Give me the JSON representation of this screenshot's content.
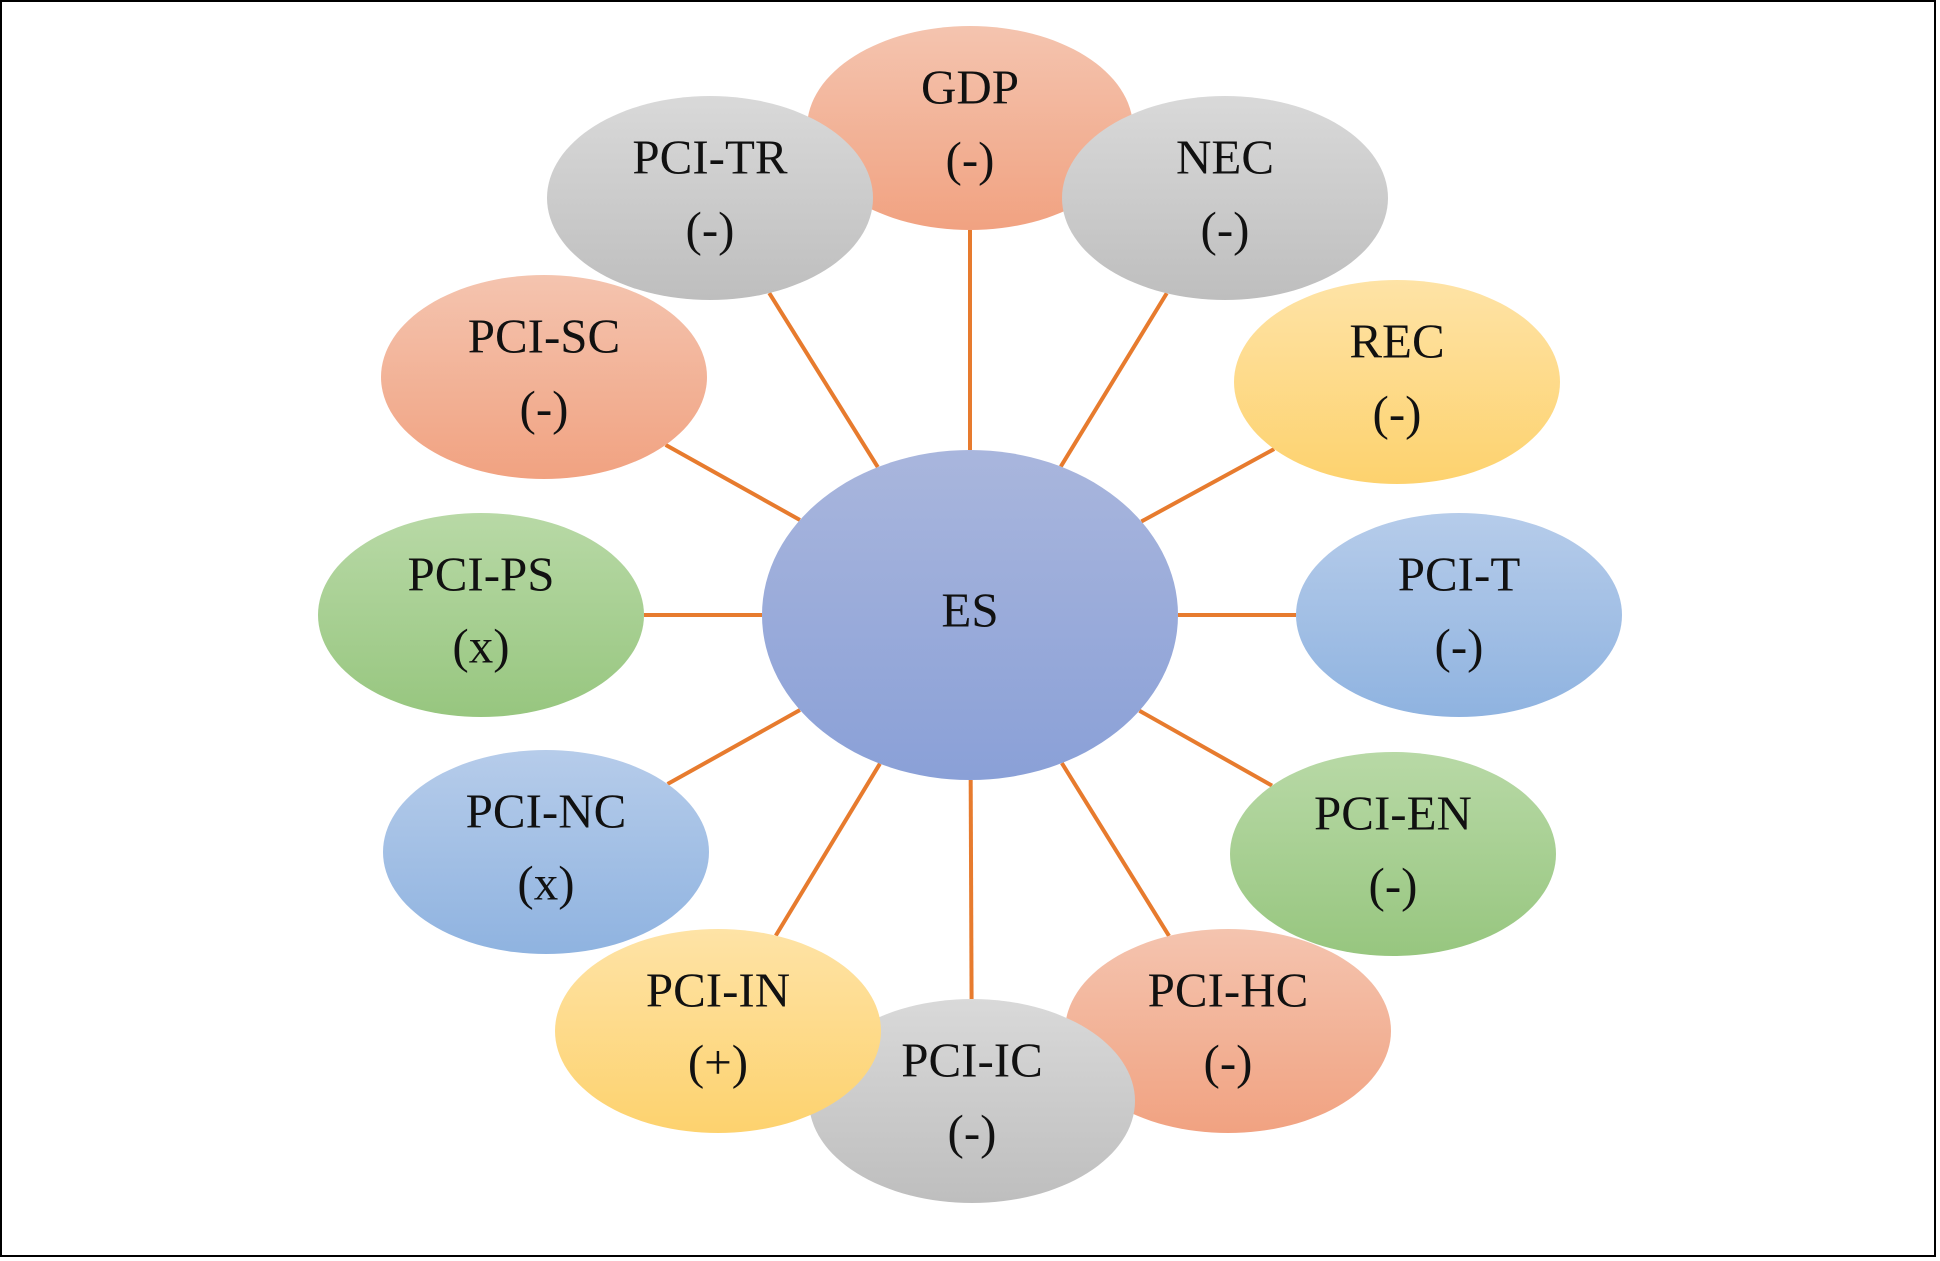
{
  "colors": {
    "connector": "#E77B2E",
    "border": "#000000",
    "orange": [
      "#F4C4AF",
      "#F1A281"
    ],
    "gray": [
      "#D9D9D9",
      "#BEBEBE"
    ],
    "yellow": [
      "#FEE3A6",
      "#FDD26E"
    ],
    "blue": [
      "#B6CCEA",
      "#8FB3E0"
    ],
    "green": [
      "#B8D9A6",
      "#97C67F"
    ],
    "center": [
      "#A9B6DD",
      "#8AA0D7"
    ]
  },
  "center": {
    "label": "ES",
    "color": "center"
  },
  "nodes": [
    {
      "id": "gdp",
      "label": "GDP",
      "sign": "(-)",
      "color": "orange"
    },
    {
      "id": "pci-tr",
      "label": "PCI-TR",
      "sign": "(-)",
      "color": "gray"
    },
    {
      "id": "nec",
      "label": "NEC",
      "sign": "(-)",
      "color": "gray"
    },
    {
      "id": "pci-sc",
      "label": "PCI-SC",
      "sign": "(-)",
      "color": "orange"
    },
    {
      "id": "rec",
      "label": "REC",
      "sign": "(-)",
      "color": "yellow"
    },
    {
      "id": "pci-ps",
      "label": "PCI-PS",
      "sign": "(x)",
      "color": "green"
    },
    {
      "id": "pci-t",
      "label": "PCI-T",
      "sign": "(-)",
      "color": "blue"
    },
    {
      "id": "pci-nc",
      "label": "PCI-NC",
      "sign": "(x)",
      "color": "blue"
    },
    {
      "id": "pci-en",
      "label": "PCI-EN",
      "sign": "(-)",
      "color": "green"
    },
    {
      "id": "pci-hc",
      "label": "PCI-HC",
      "sign": "(-)",
      "color": "orange"
    },
    {
      "id": "pci-ic",
      "label": "PCI-IC",
      "sign": "(-)",
      "color": "gray"
    },
    {
      "id": "pci-in",
      "label": "PCI-IN",
      "sign": "(+)",
      "color": "yellow"
    }
  ]
}
